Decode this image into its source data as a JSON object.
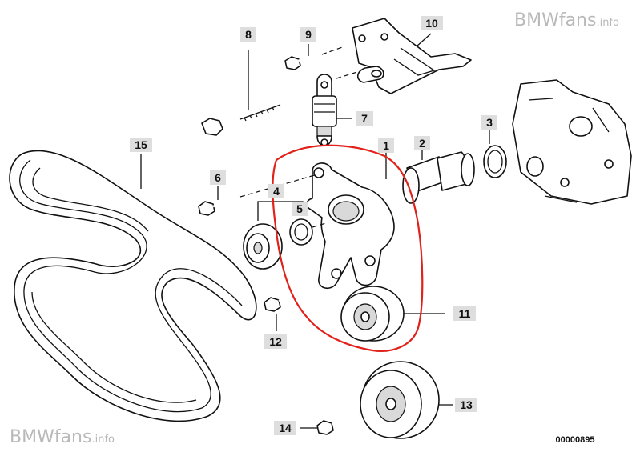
{
  "watermark_top": {
    "brand": "BMWfans",
    "suffix": ".info"
  },
  "watermark_bottom": {
    "brand": "BMWfans",
    "suffix": ".info"
  },
  "diagram_code": "00000895",
  "callouts": {
    "p1": "1",
    "p2": "2",
    "p3": "3",
    "p4": "4",
    "p5": "5",
    "p6": "6",
    "p7": "7",
    "p8": "8",
    "p9": "9",
    "p10": "10",
    "p11": "11",
    "p12": "12",
    "p13": "13",
    "p14": "14",
    "p15": "15"
  },
  "colors": {
    "highlight": "#e0221b",
    "label_bg": "#dedede",
    "ink": "#111111"
  }
}
